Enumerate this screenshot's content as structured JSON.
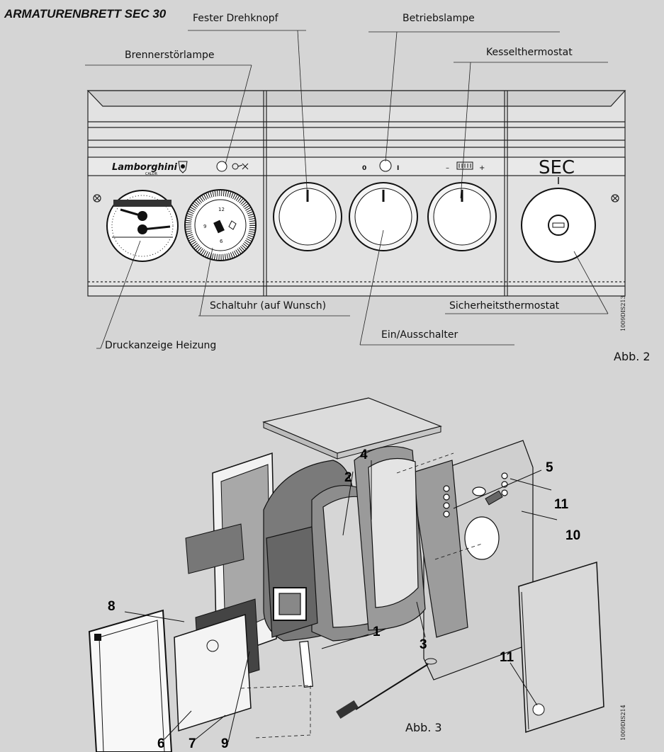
{
  "figure1": {
    "title": "ARMATURENBRETT SEC 30",
    "labels": {
      "fester_drehknopf": "Fester Drehknopf",
      "betriebslampe": "Betriebslampe",
      "brennerstoerlampe": "Brennerstörlampe",
      "kesselthermostat": "Kesselthermostat",
      "schaltuhr": "Schaltuhr (auf Wunsch)",
      "sicherheitsthermostat": "Sicherheitsthermostat",
      "ein_ausschalter": "Ein/Ausschalter",
      "druckanzeige": "Druckanzeige Heizung"
    },
    "panel_text": {
      "brand": "Lamborghini",
      "brand_sub": "CALOR",
      "switch_off": "0",
      "switch_on": "I",
      "thermo_minus": "–",
      "thermo_plus": "+",
      "sec": "SEC",
      "timer_12": "12",
      "timer_6": "6",
      "timer_9": "9"
    },
    "code": "1009DIS213",
    "caption": "Abb. 2"
  },
  "figure2": {
    "parts": [
      "1",
      "2",
      "3",
      "4",
      "5",
      "6",
      "7",
      "8",
      "9",
      "10",
      "11",
      "11"
    ],
    "code": "1009DIS214",
    "caption": "Abb. 3"
  }
}
